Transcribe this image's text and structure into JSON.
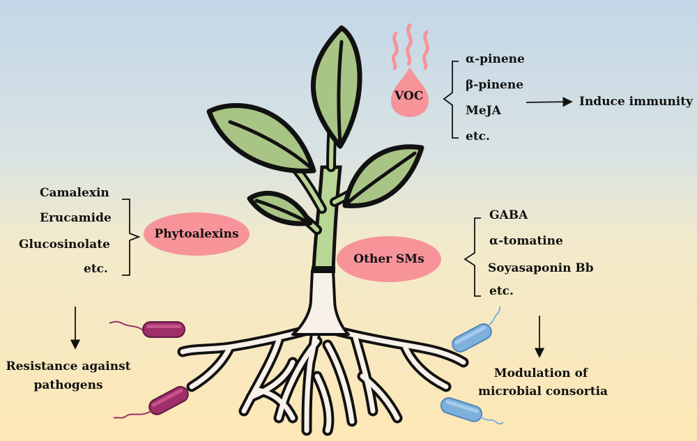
{
  "voc": {
    "label": "VOC",
    "items": [
      "α-pinene",
      "β-pinene",
      "MeJA",
      "etc."
    ],
    "effect": "Induce immunity"
  },
  "phytoalexins": {
    "label": "Phytoalexins",
    "items": [
      "Camalexin",
      "Erucamide",
      "Glucosinolate",
      "etc."
    ],
    "effect_line1": "Resistance against",
    "effect_line2": "pathogens"
  },
  "other_sms": {
    "label": "Other SMs",
    "items": [
      "GABA",
      "α-tomatine",
      "Soyasaponin Bb",
      "etc."
    ],
    "effect_line1": "Modulation of",
    "effect_line2": "microbial consortia"
  },
  "colors": {
    "leaf": "#a8c585",
    "stem": "#b8d695",
    "root": "#f7f1ea",
    "ellipse": "#f6949a",
    "pathogen": "#9e2f68",
    "beneficial": "#7eb0dc"
  }
}
